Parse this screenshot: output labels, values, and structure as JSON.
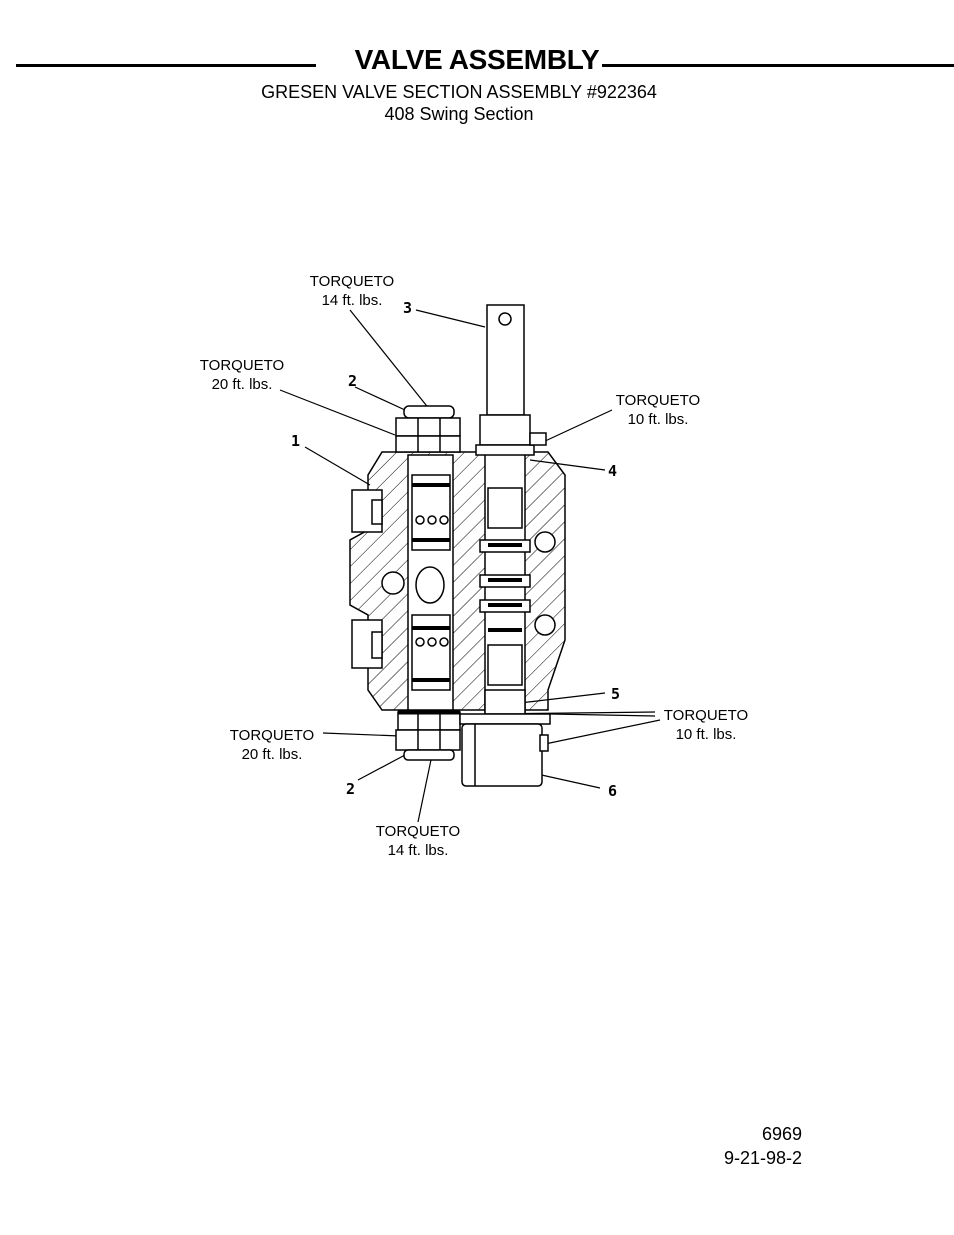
{
  "header": {
    "title": "VALVE ASSEMBLY",
    "subtitle_line1": "GRESEN VALVE SECTION ASSEMBLY #922364",
    "subtitle_line2": "408 Swing Section"
  },
  "callouts": {
    "torque_top_nut": {
      "line1": "TORQUETO",
      "line2": "14 ft. lbs."
    },
    "torque_top_plug": {
      "line1": "TORQUETO",
      "line2": "20 ft. lbs."
    },
    "torque_top_right": {
      "line1": "TORQUETO",
      "line2": "10 ft. lbs."
    },
    "torque_bottom_right": {
      "line1": "TORQUETO",
      "line2": "10 ft. lbs."
    },
    "torque_bottom_plug": {
      "line1": "TORQUETO",
      "line2": "20 ft. lbs."
    },
    "torque_bottom_nut": {
      "line1": "TORQUETO",
      "line2": "14 ft. lbs."
    }
  },
  "item_numbers": {
    "item_1": "1",
    "item_2_top": "2",
    "item_2_bottom": "2",
    "item_3": "3",
    "item_4": "4",
    "item_5": "5",
    "item_6": "6"
  },
  "footer": {
    "drawing_number": "6969",
    "date_code": "9-21-98-2"
  }
}
